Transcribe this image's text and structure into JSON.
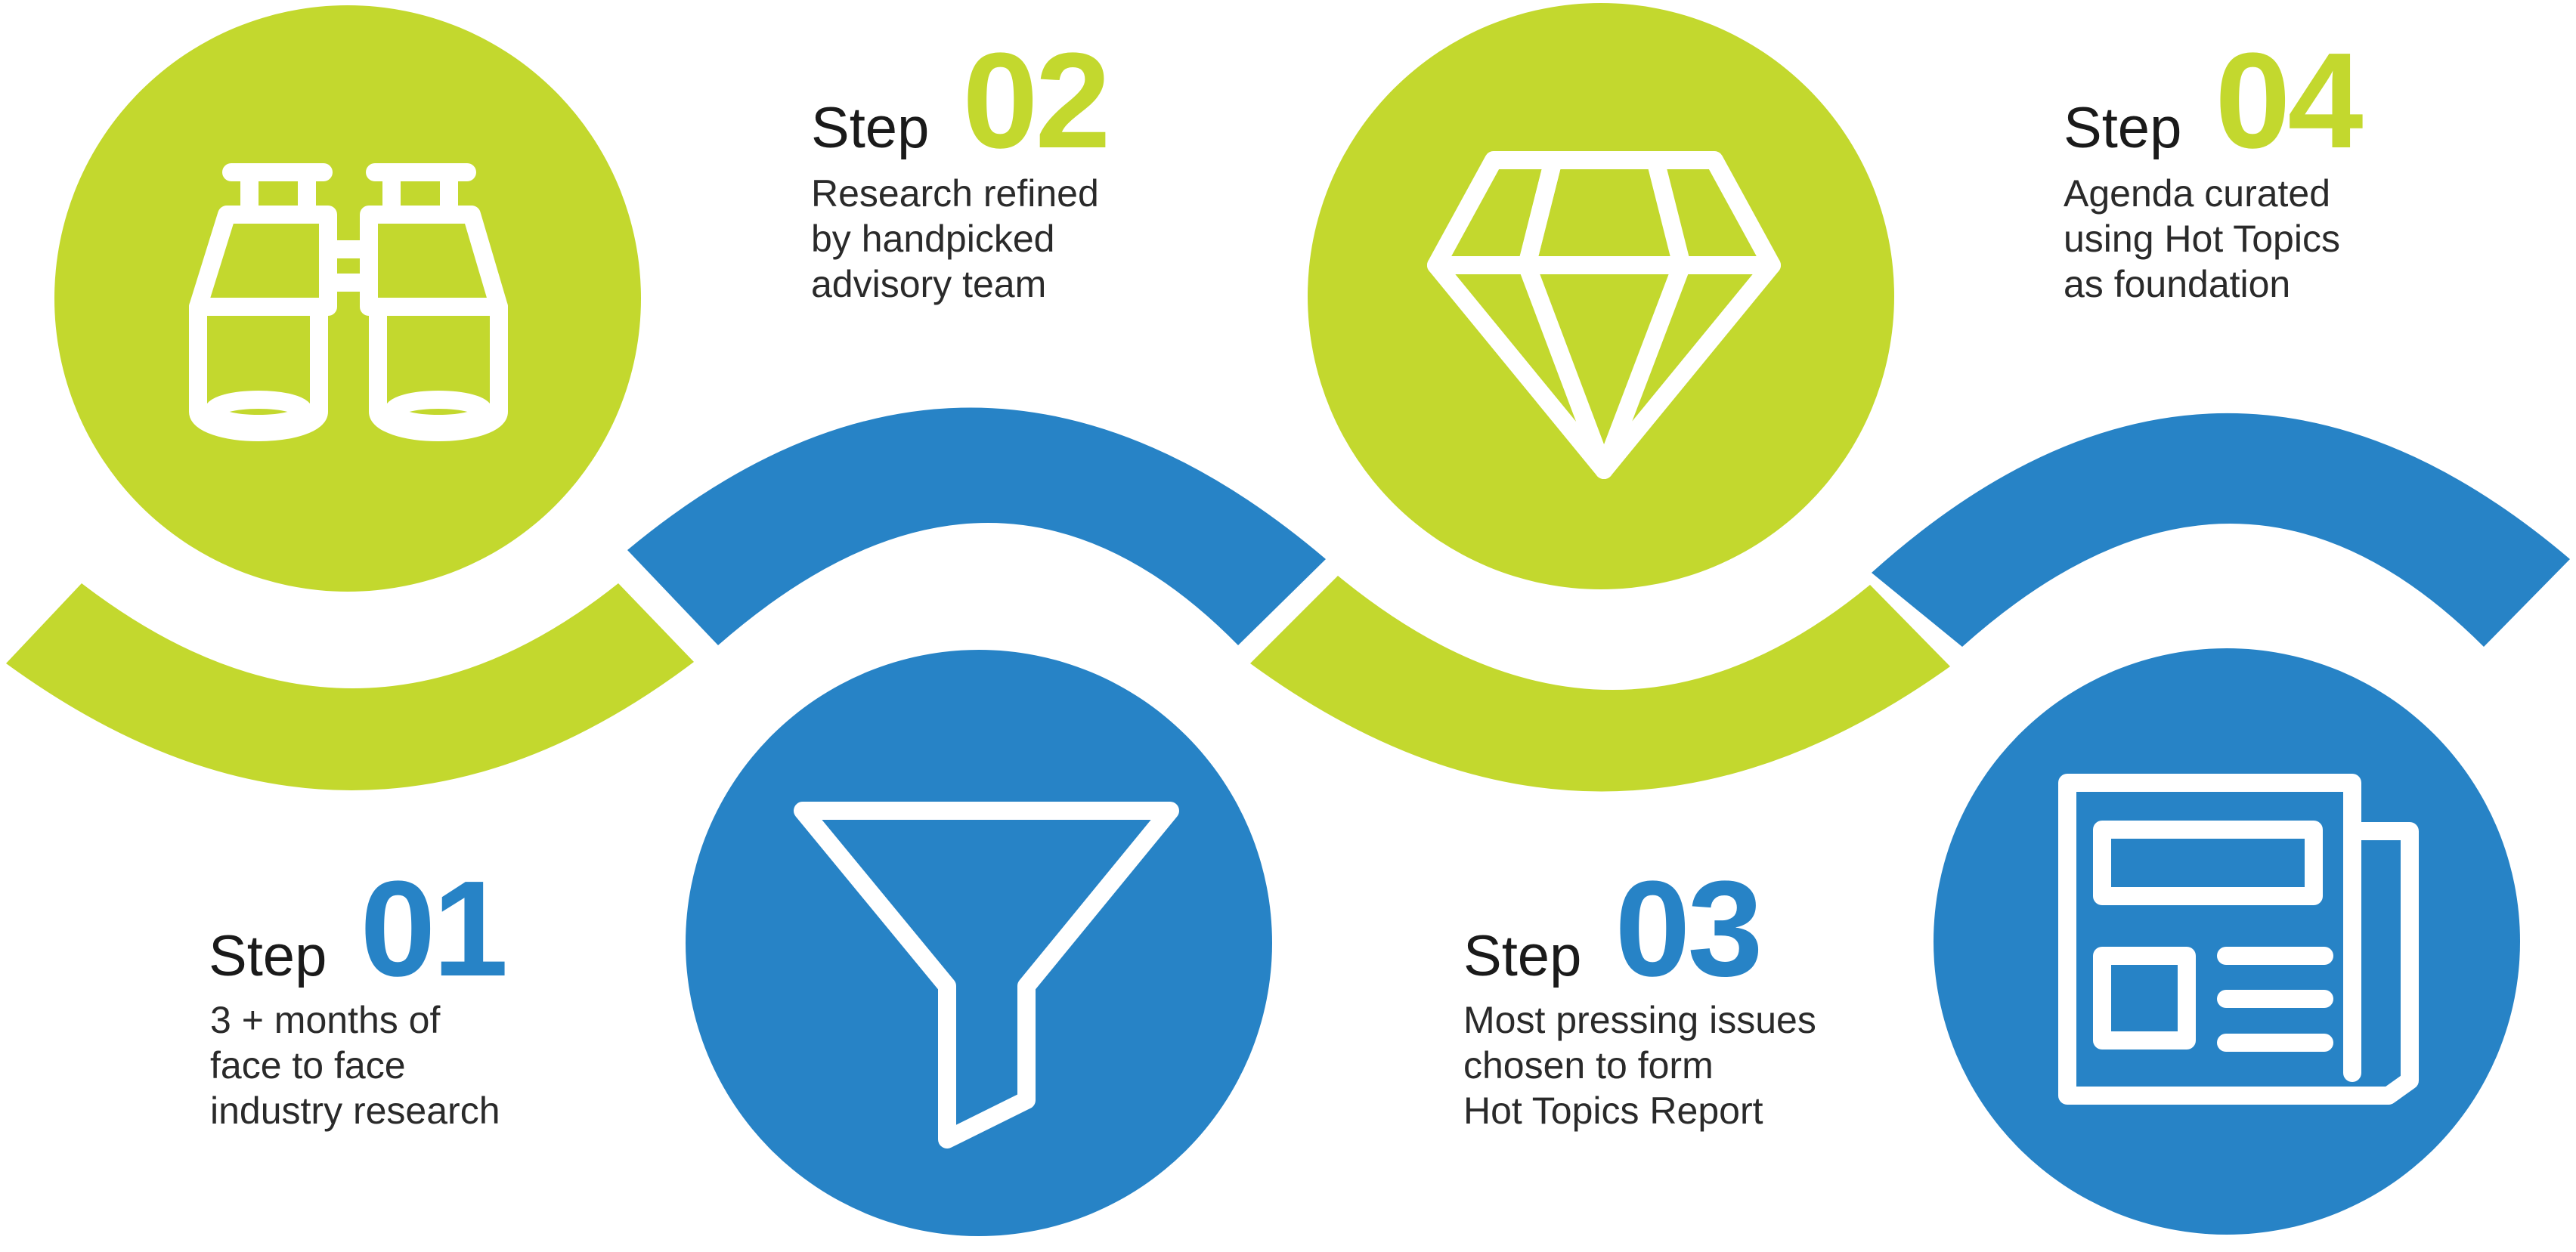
{
  "colors": {
    "green": "#c3d82e",
    "blue": "#2783c6",
    "white": "#ffffff",
    "text": "#1a1a1a"
  },
  "steps": [
    {
      "word": "Step",
      "number": "01",
      "color": "blue",
      "icon": "binoculars-icon",
      "circle": "green",
      "lines": [
        "3 + months of",
        "face to face",
        "industry research"
      ]
    },
    {
      "word": "Step",
      "number": "02",
      "color": "green",
      "icon": "funnel-icon",
      "circle": "blue",
      "lines": [
        "Research refined",
        "by handpicked",
        "advisory team"
      ]
    },
    {
      "word": "Step",
      "number": "03",
      "color": "blue",
      "icon": "diamond-icon",
      "circle": "green",
      "lines": [
        "Most pressing issues",
        "chosen to form",
        "Hot Topics Report"
      ]
    },
    {
      "word": "Step",
      "number": "04",
      "color": "green",
      "icon": "newspaper-icon",
      "circle": "blue",
      "lines": [
        "Agenda curated",
        "using Hot Topics",
        "as foundation"
      ]
    }
  ]
}
